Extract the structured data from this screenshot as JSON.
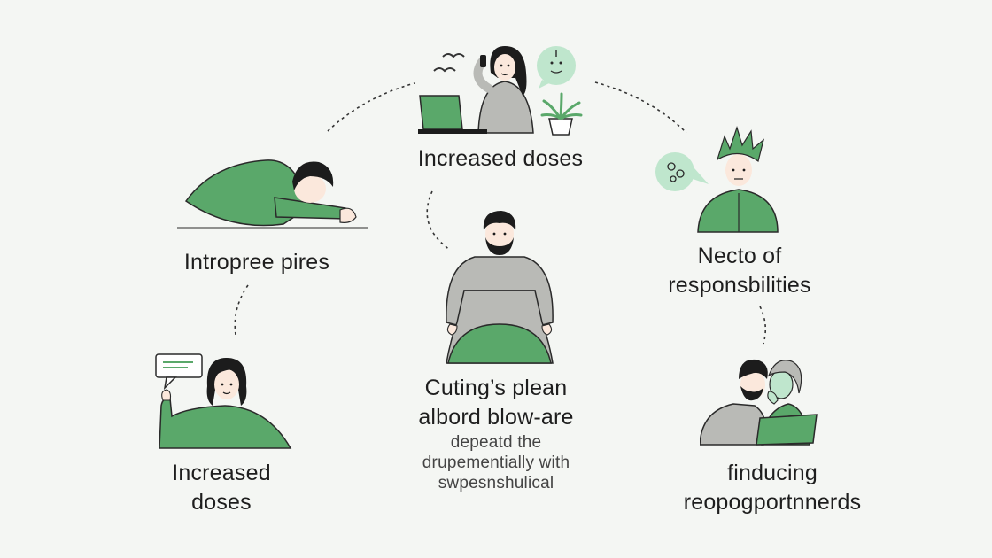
{
  "colors": {
    "background": "#f4f6f3",
    "green": "#5aa86a",
    "green_light": "#bfe6cd",
    "gray": "#b9bab6",
    "skin": "#fbe8dc",
    "hair": "#1c1c1c",
    "outline": "#2a2a2a"
  },
  "nodes": {
    "top": {
      "label": "Increased doses"
    },
    "left": {
      "label": "Intropree pires"
    },
    "right": {
      "line1": "Necto of",
      "line2": "responsbilities"
    },
    "center": {
      "line1": "Cuting’s plean",
      "line2": "albord blow-are",
      "sub1": "depeatd the",
      "sub2": "drupementially with",
      "sub3": "swpesnshulical"
    },
    "bottom_left": {
      "line1": "Increased",
      "line2": "doses"
    },
    "bottom_right": {
      "line1": "finducing",
      "line2": "reopogportnnerds"
    }
  }
}
